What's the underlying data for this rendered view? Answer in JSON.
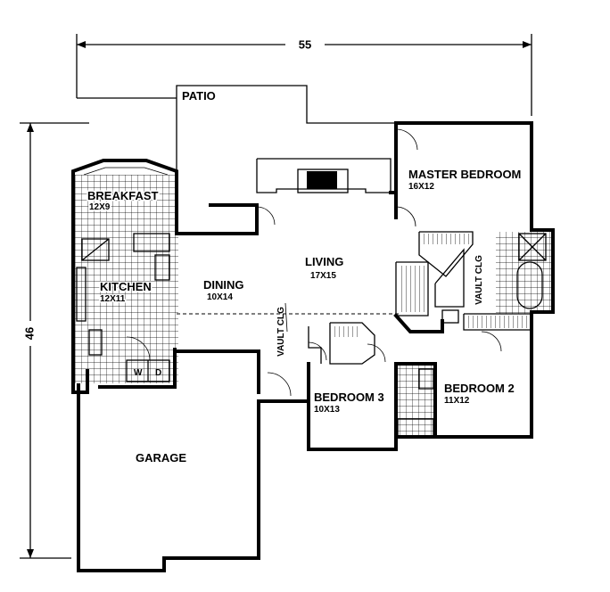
{
  "dimensions": {
    "width_label": "55",
    "depth_label": "46"
  },
  "rooms": [
    {
      "id": "patio",
      "name": "PATIO"
    },
    {
      "id": "master-bedroom",
      "name": "MASTER BEDROOM",
      "size": "16X12"
    },
    {
      "id": "breakfast",
      "name": "BREAKFAST",
      "size": "12X9"
    },
    {
      "id": "living",
      "name": "LIVING",
      "size": "17X15"
    },
    {
      "id": "dining",
      "name": "DINING",
      "size": "10X14"
    },
    {
      "id": "kitchen",
      "name": "KITCHEN",
      "size": "12X11"
    },
    {
      "id": "bedroom-3",
      "name": "BEDROOM 3",
      "size": "10X13"
    },
    {
      "id": "bedroom-2",
      "name": "BEDROOM 2",
      "size": "11X12"
    },
    {
      "id": "garage",
      "name": "GARAGE"
    }
  ],
  "annotations": {
    "vault_clg_living": "VAULT CLG",
    "vault_clg_master": "VAULT CLG",
    "washer": "W",
    "dryer": "D"
  }
}
